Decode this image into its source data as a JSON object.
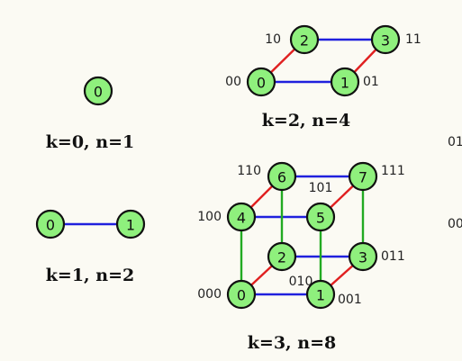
{
  "colors": {
    "node_fill": "#8ff07d",
    "dimension_1_edge": "#2020dd",
    "dimension_2_edge": "#e02020",
    "dimension_3_edge": "#22aa22"
  },
  "graphs": [
    {
      "caption": "k=0, n=1",
      "nodes": [
        {
          "label": "0",
          "address": ""
        }
      ],
      "edges": []
    },
    {
      "caption": "k=1, n=2",
      "nodes": [
        {
          "label": "0",
          "address": ""
        },
        {
          "label": "1",
          "address": ""
        }
      ],
      "edges": [
        {
          "from": 0,
          "to": 1,
          "dimension": 1
        }
      ]
    },
    {
      "caption": "k=2, n=4",
      "nodes": [
        {
          "label": "0",
          "address": "00"
        },
        {
          "label": "1",
          "address": "01"
        },
        {
          "label": "2",
          "address": "10"
        },
        {
          "label": "3",
          "address": "11"
        }
      ],
      "edges": [
        {
          "from": 0,
          "to": 1,
          "dimension": 1
        },
        {
          "from": 2,
          "to": 3,
          "dimension": 1
        },
        {
          "from": 0,
          "to": 2,
          "dimension": 2
        },
        {
          "from": 1,
          "to": 3,
          "dimension": 2
        }
      ]
    },
    {
      "caption": "k=3, n=8",
      "nodes": [
        {
          "label": "0",
          "address": "000"
        },
        {
          "label": "1",
          "address": "001"
        },
        {
          "label": "2",
          "address": "010"
        },
        {
          "label": "3",
          "address": "011"
        },
        {
          "label": "4",
          "address": "100"
        },
        {
          "label": "5",
          "address": "101"
        },
        {
          "label": "6",
          "address": "110"
        },
        {
          "label": "7",
          "address": "111"
        }
      ],
      "edges": [
        {
          "from": 0,
          "to": 1,
          "dimension": 1
        },
        {
          "from": 2,
          "to": 3,
          "dimension": 1
        },
        {
          "from": 4,
          "to": 5,
          "dimension": 1
        },
        {
          "from": 6,
          "to": 7,
          "dimension": 1
        },
        {
          "from": 0,
          "to": 2,
          "dimension": 2
        },
        {
          "from": 1,
          "to": 3,
          "dimension": 2
        },
        {
          "from": 4,
          "to": 6,
          "dimension": 2
        },
        {
          "from": 5,
          "to": 7,
          "dimension": 2
        },
        {
          "from": 0,
          "to": 4,
          "dimension": 3
        },
        {
          "from": 1,
          "to": 5,
          "dimension": 3
        },
        {
          "from": 2,
          "to": 6,
          "dimension": 3
        },
        {
          "from": 3,
          "to": 7,
          "dimension": 3
        }
      ]
    }
  ],
  "edge_fragments": [
    "01",
    "00"
  ]
}
